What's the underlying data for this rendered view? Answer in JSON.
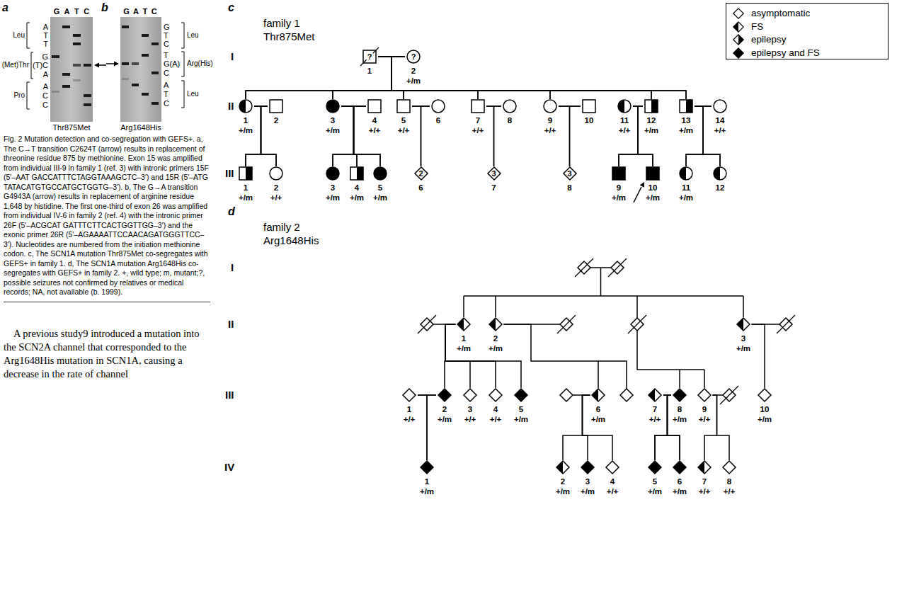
{
  "diagram": {
    "caption": "Fig. 2 Mutation detection and co-segregation with GEFS+. a, The C→T transition C2624T (arrow) results in replacement of threonine residue 875 by methionine. Exon 15 was amplified from individual III-9 in family 1 (ref. 3) with intronic primers 15F (5′–AAT GACCATTTCTAGGTAAAGCTC–3′) and 15R (5′–ATG TATACATGTGCCATGCTGGTG–3′). b, The G→A transition G4943A (arrow) results in replacement of arginine residue 1,648 by histidine. The first one-third of exon 26 was amplified from individual IV-6 in family 2 (ref. 4) with the intronic primer 26F (5′–ACGCAT GATTTCTTCACTGGTTGG–3′) and the exonic primer 26R (5′–AGAAAATTCCAACAGATGGGTTCC–3′). Nucleotides are numbered from the initiation methionine codon. c, The SCN1A mutation Thr875Met co-segregates with GEFS+ in family 1. d, The SCN1A mutation Arg1648His co-segregates with GEFS+ in family 2. +, wild type; m, mutant;?, possible seizures not confirmed by relatives or medical records; NA, not available (b. 1999).",
    "nodes": [
      {
        "text": [
          "?",
          "1"
        ]
      },
      {
        "text": [
          "?",
          "2",
          "+/m"
        ]
      },
      {
        "text": [
          "1",
          "+/m"
        ]
      },
      {
        "text": [
          "2"
        ]
      },
      {
        "text": [
          "3",
          "+/m"
        ]
      },
      {
        "text": [
          "4",
          "+/+"
        ]
      },
      {
        "text": [
          "5",
          "+/+"
        ]
      },
      {
        "text": [
          "6"
        ]
      },
      {
        "text": [
          "7",
          "+/+"
        ]
      },
      {
        "text": [
          "8"
        ]
      },
      {
        "text": [
          "9",
          "+/+"
        ]
      },
      {
        "text": [
          "10"
        ]
      },
      {
        "text": [
          "11",
          "+/+"
        ]
      },
      {
        "text": [
          "12",
          "+/m"
        ]
      },
      {
        "text": [
          "13",
          "+/m"
        ]
      },
      {
        "text": [
          "14",
          "+/+"
        ]
      },
      {
        "text": [
          "1",
          "+/m"
        ]
      },
      {
        "text": [
          "2",
          "+/+"
        ]
      },
      {
        "text": [
          "3",
          "+/m"
        ]
      },
      {
        "text": [
          "4",
          "+/m"
        ]
      },
      {
        "text": [
          "5",
          "+/m"
        ]
      },
      {
        "text": [
          "2",
          "6"
        ]
      },
      {
        "text": [
          "3",
          "7"
        ]
      },
      {
        "text": [
          "3",
          "8"
        ]
      },
      {
        "text": [
          "9",
          "+/m"
        ]
      },
      {
        "text": [
          "10",
          "+/m"
        ]
      },
      {
        "text": [
          "11",
          "+/m"
        ]
      },
      {
        "text": [
          "12"
        ]
      },
      {
        "text": [
          "1",
          "+/m"
        ]
      },
      {
        "text": [
          "2",
          "+/m"
        ]
      },
      {
        "text": [
          "3",
          "+/m"
        ]
      },
      {
        "text": [
          "1",
          "+/+"
        ]
      },
      {
        "text": [
          "2",
          "+/m"
        ]
      },
      {
        "text": [
          "3",
          "+/+"
        ]
      },
      {
        "text": [
          "4",
          "+/+"
        ]
      },
      {
        "text": [
          "5",
          "+/m"
        ]
      },
      {
        "text": [
          "6",
          "+/m"
        ]
      },
      {
        "text": [
          "7",
          "+/+"
        ]
      },
      {
        "text": [
          "8",
          "+/m"
        ]
      },
      {
        "text": [
          "9",
          "+/+"
        ]
      },
      {
        "text": [
          "10",
          "+/m"
        ]
      },
      {
        "text": [
          "1",
          "+/m"
        ]
      },
      {
        "text": [
          "2",
          "+/m"
        ]
      },
      {
        "text": [
          "3",
          "+/m"
        ]
      },
      {
        "text": [
          "4",
          "+/+"
        ]
      },
      {
        "text": [
          "5",
          "+/m"
        ]
      },
      {
        "text": [
          "6",
          "+/m"
        ]
      },
      {
        "text": [
          "7",
          "+/+"
        ]
      },
      {
        "text": [
          "8",
          "+/+"
        ]
      }
    ],
    "edges": [
      {
        "from": 0,
        "to": 1,
        "arrow": "none"
      },
      {
        "from": 0,
        "to": 2,
        "arrow": "none"
      },
      {
        "from": 1,
        "to": 2,
        "arrow": "none"
      },
      {
        "from": 0,
        "to": 4,
        "arrow": "none"
      },
      {
        "from": 1,
        "to": 4,
        "arrow": "none"
      },
      {
        "from": 0,
        "to": 6,
        "arrow": "none"
      },
      {
        "from": 1,
        "to": 6,
        "arrow": "none"
      },
      {
        "from": 0,
        "to": 8,
        "arrow": "none"
      },
      {
        "from": 1,
        "to": 8,
        "arrow": "none"
      },
      {
        "from": 0,
        "to": 10,
        "arrow": "none"
      },
      {
        "from": 1,
        "to": 10,
        "arrow": "none"
      },
      {
        "from": 0,
        "to": 13,
        "arrow": "none"
      },
      {
        "from": 1,
        "to": 13,
        "arrow": "none"
      },
      {
        "from": 0,
        "to": 14,
        "arrow": "none"
      },
      {
        "from": 1,
        "to": 14,
        "arrow": "none"
      },
      {
        "from": 2,
        "to": 3,
        "arrow": "none"
      },
      {
        "from": 4,
        "to": 5,
        "arrow": "none"
      },
      {
        "from": 6,
        "to": 7,
        "arrow": "none"
      },
      {
        "from": 8,
        "to": 9,
        "arrow": "none"
      },
      {
        "from": 10,
        "to": 11,
        "arrow": "none"
      },
      {
        "from": 12,
        "to": 13,
        "arrow": "none"
      },
      {
        "from": 14,
        "to": 15,
        "arrow": "none"
      },
      {
        "from": 2,
        "to": 16,
        "arrow": "none"
      },
      {
        "from": 3,
        "to": 16,
        "arrow": "none"
      },
      {
        "from": 2,
        "to": 17,
        "arrow": "none"
      },
      {
        "from": 3,
        "to": 17,
        "arrow": "none"
      },
      {
        "from": 4,
        "to": 18,
        "arrow": "none"
      },
      {
        "from": 5,
        "to": 18,
        "arrow": "none"
      },
      {
        "from": 4,
        "to": 19,
        "arrow": "none"
      },
      {
        "from": 5,
        "to": 19,
        "arrow": "none"
      },
      {
        "from": 4,
        "to": 20,
        "arrow": "none"
      },
      {
        "from": 5,
        "to": 20,
        "arrow": "none"
      },
      {
        "from": 6,
        "to": 21,
        "arrow": "none"
      },
      {
        "from": 7,
        "to": 21,
        "arrow": "none"
      },
      {
        "from": 8,
        "to": 22,
        "arrow": "none"
      },
      {
        "from": 9,
        "to": 22,
        "arrow": "none"
      },
      {
        "from": 10,
        "to": 23,
        "arrow": "none"
      },
      {
        "from": 11,
        "to": 23,
        "arrow": "none"
      },
      {
        "from": 12,
        "to": 24,
        "arrow": "none"
      },
      {
        "from": 13,
        "to": 24,
        "arrow": "none"
      },
      {
        "from": 12,
        "to": 25,
        "arrow": "none"
      },
      {
        "from": 13,
        "to": 25,
        "arrow": "none"
      },
      {
        "from": 14,
        "to": 26,
        "arrow": "none"
      },
      {
        "from": 15,
        "to": 26,
        "arrow": "none"
      },
      {
        "from": 14,
        "to": 27,
        "arrow": "none"
      },
      {
        "from": 15,
        "to": 27,
        "arrow": "none"
      },
      {
        "from": 28,
        "to": 32,
        "arrow": "none"
      },
      {
        "from": 28,
        "to": 33,
        "arrow": "none"
      },
      {
        "from": 28,
        "to": 34,
        "arrow": "none"
      },
      {
        "from": 28,
        "to": 35,
        "arrow": "none"
      },
      {
        "from": 29,
        "to": 36,
        "arrow": "none"
      },
      {
        "from": 30,
        "to": 40,
        "arrow": "none"
      },
      {
        "from": 31,
        "to": 32,
        "arrow": "none"
      },
      {
        "from": 31,
        "to": 41,
        "arrow": "none"
      },
      {
        "from": 32,
        "to": 41,
        "arrow": "none"
      },
      {
        "from": 36,
        "to": 42,
        "arrow": "none"
      },
      {
        "from": 36,
        "to": 43,
        "arrow": "none"
      },
      {
        "from": 36,
        "to": 44,
        "arrow": "none"
      },
      {
        "from": 37,
        "to": 38,
        "arrow": "none"
      },
      {
        "from": 37,
        "to": 45,
        "arrow": "none"
      },
      {
        "from": 38,
        "to": 45,
        "arrow": "none"
      },
      {
        "from": 37,
        "to": 46,
        "arrow": "none"
      },
      {
        "from": 38,
        "to": 46,
        "arrow": "none"
      },
      {
        "from": 39,
        "to": 47,
        "arrow": "none"
      },
      {
        "from": 39,
        "to": 48,
        "arrow": "none"
      }
    ],
    "labels": [
      "a",
      "G A T C",
      "A",
      "T",
      "T",
      "G",
      "(T)C",
      "A",
      "A",
      "C",
      "C",
      "Leu",
      "(Met)Thr",
      "Pro",
      "Thr875Met",
      "b",
      "G A T C",
      "G",
      "T",
      "C",
      "T",
      "G(A)",
      "C",
      "A",
      "T",
      "C",
      "Leu",
      "Arg(His)",
      "Leu",
      "Arg1648His",
      "c",
      "family 1",
      "Thr875Met",
      "I",
      "II",
      "III",
      "d",
      "family 2",
      "Arg1648His",
      "I",
      "II",
      "III",
      "IV",
      "A previous study9 introduced a mutation into the SCN2A channel that corresponded to the Arg1648His mutation in SCN1A, causing a decrease in the rate of channel"
    ],
    "legend": [
      {
        "text": "asymptomatic"
      },
      {
        "text": "FS"
      },
      {
        "text": "epilepsy"
      },
      {
        "text": "epilepsy and FS"
      }
    ]
  }
}
